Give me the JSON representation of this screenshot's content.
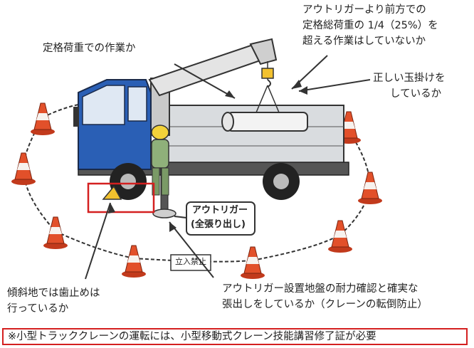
{
  "labels": {
    "outrigger_front_l1": "アウトリガーより前方での",
    "outrigger_front_l2": "定格総荷重の 1/4（25%）を",
    "outrigger_front_l3": "超える作業はしていないか",
    "rated_load": "定格荷重での作業か",
    "slinging_l1": "正しい玉掛けを",
    "slinging_l2": "しているか",
    "slope_l1": "傾斜地では歯止めは",
    "slope_l2": "行っているか",
    "ground_l1": "アウトリガー設置地盤の耐力確認と確実な",
    "ground_l2": "張出しをしているか（クレーンの転倒防止）"
  },
  "sign_outrigger_l1": "アウトリガー",
  "sign_outrigger_l2": "(全張り出し)",
  "sign_no_entry": "立入禁止",
  "note": "※小型トラッククレーンの運転には、小型移動式クレーン技能講習修了証が必要",
  "colors": {
    "truck_blue": "#2a5fb5",
    "cone_orange": "#e2502a",
    "highlight_red": "#d42020",
    "helmet_yellow": "#f3d23a"
  }
}
